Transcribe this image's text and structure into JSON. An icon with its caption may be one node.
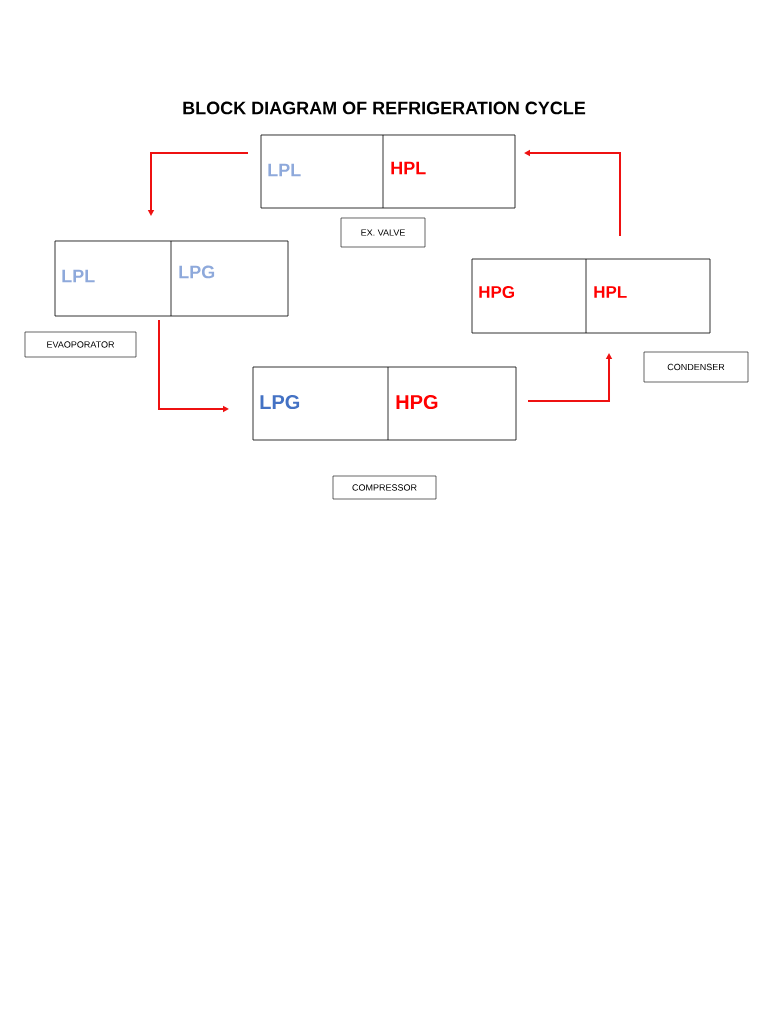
{
  "diagram": {
    "title": "BLOCK DIAGRAM OF REFRIGERATION CYCLE",
    "nodes": [
      {
        "text": [
          "LPL",
          "HPL"
        ]
      },
      {
        "text": [
          "EX. VALVE"
        ]
      },
      {
        "text": [
          "LPL",
          "LPG"
        ]
      },
      {
        "text": [
          "EVAOPORATOR"
        ]
      },
      {
        "text": [
          "HPG",
          "HPL"
        ]
      },
      {
        "text": [
          "CONDENSER"
        ]
      },
      {
        "text": [
          "LPG",
          "HPG"
        ]
      },
      {
        "text": [
          "COMPRESSOR"
        ]
      }
    ],
    "edges": [
      {
        "from": 0,
        "to": 2,
        "arrow": "to"
      },
      {
        "from": 2,
        "to": 6,
        "arrow": "to"
      },
      {
        "from": 6,
        "to": 4,
        "arrow": "to"
      },
      {
        "from": 4,
        "to": 0,
        "arrow": "to"
      }
    ]
  }
}
